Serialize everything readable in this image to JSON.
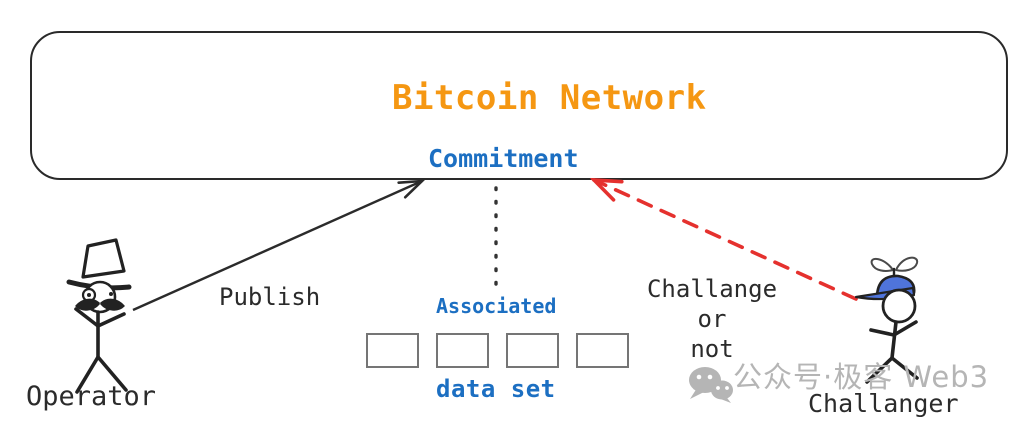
{
  "diagram": {
    "network": {
      "title": "Bitcoin Network",
      "commitment": "Commitment",
      "title_color": "#F59712",
      "commitment_color": "#1C6FC2"
    },
    "arrows": {
      "publish": {
        "label": "Publish",
        "style": "solid-black-arrow",
        "from": "operator",
        "to": "commitment",
        "color": "#2b2b2b"
      },
      "challenge": {
        "label": "Challange\nor\nnot",
        "style": "dashed-red-arrow",
        "from": "challenger",
        "to": "commitment",
        "color": "#E5312E"
      },
      "association": {
        "style": "dotted-black-line",
        "from": "commitment",
        "to": "data-set"
      }
    },
    "dataset": {
      "caption_top": "Associated",
      "caption_bottom": "data set",
      "caption_color": "#1C6FC2",
      "box_count": 4
    },
    "actors": {
      "operator": {
        "label": "Operator",
        "icon": "top-hat-stick-figure-icon"
      },
      "challenger": {
        "label": "Challanger",
        "icon": "propeller-cap-stick-figure-icon",
        "cap_color": "#4F74DB"
      }
    },
    "watermark": {
      "icon": "wechat-icon",
      "text": "公众号·极客 Web3",
      "color": "#b5b5b5"
    }
  }
}
